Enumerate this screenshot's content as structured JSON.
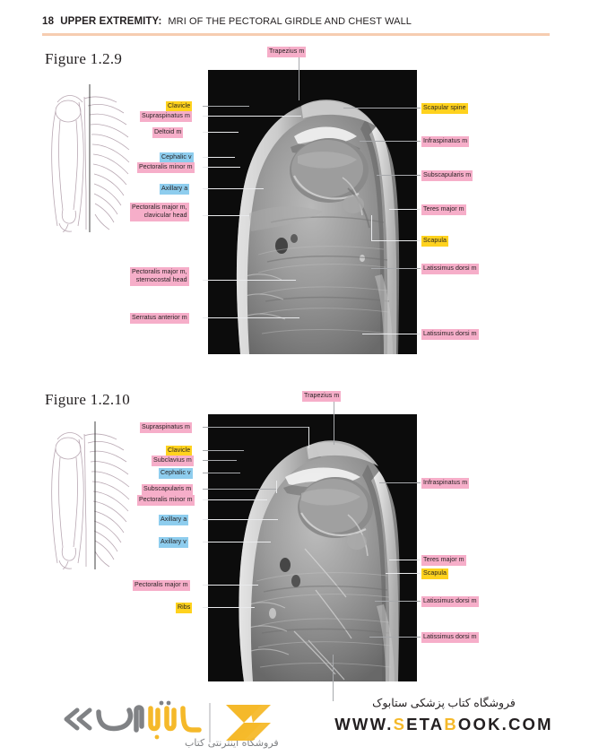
{
  "header": {
    "page_number": "18",
    "section": "UPPER EXTREMITY:",
    "title": "MRI OF THE PECTORAL GIRDLE AND CHEST WALL",
    "rule_color": "#f6cdb0"
  },
  "colors": {
    "muscle_chip": "#f6aec9",
    "bone_chip": "#ffd21e",
    "vessel_chip": "#8ecdee",
    "leader_line": "#a7a9ac",
    "panel_background": "#0b0b0b",
    "logo_gold": "#f5b92a",
    "logo_gray": "#808285"
  },
  "figures": [
    {
      "title": "Figure 1.2.9",
      "labels_left": [
        {
          "text": "Clavicle",
          "type": "bone"
        },
        {
          "text": "Supraspinatus m",
          "type": "muscle"
        },
        {
          "text": "Deltoid m",
          "type": "muscle"
        },
        {
          "text": "Cephalic v",
          "type": "vessel"
        },
        {
          "text": "Pectoralis minor m",
          "type": "muscle"
        },
        {
          "text": "Axillary a",
          "type": "vessel"
        },
        {
          "text": "Pectoralis major m,",
          "text2": "clavicular head",
          "type": "muscle"
        },
        {
          "text": "Pectoralis major m,",
          "text2": "sternocostal head",
          "type": "muscle"
        },
        {
          "text": "Serratus anterior m",
          "type": "muscle"
        }
      ],
      "labels_top": [
        {
          "text": "Trapezius m",
          "type": "muscle"
        }
      ],
      "labels_right": [
        {
          "text": "Scapular spine",
          "type": "bone"
        },
        {
          "text": "Infraspinatus m",
          "type": "muscle"
        },
        {
          "text": "Subscapularis m",
          "type": "muscle"
        },
        {
          "text": "Teres major m",
          "type": "muscle"
        },
        {
          "text": "Scapula",
          "type": "bone"
        },
        {
          "text": "Latissimus dorsi m",
          "type": "muscle"
        },
        {
          "text": "Latissimus dorsi m",
          "type": "muscle"
        }
      ]
    },
    {
      "title": "Figure 1.2.10",
      "labels_left": [
        {
          "text": "Supraspinatus m",
          "type": "muscle"
        },
        {
          "text": "Clavicle",
          "type": "bone"
        },
        {
          "text": "Subclavius m",
          "type": "muscle"
        },
        {
          "text": "Cephalic v",
          "type": "vessel"
        },
        {
          "text": "Subscapularis m",
          "type": "muscle"
        },
        {
          "text": "Pectoralis minor m",
          "type": "muscle"
        },
        {
          "text": "Axillary a",
          "type": "vessel"
        },
        {
          "text": "Axillary v",
          "type": "vessel"
        },
        {
          "text": "Pectoralis major m",
          "type": "muscle"
        },
        {
          "text": "Ribs",
          "type": "bone"
        }
      ],
      "labels_top": [
        {
          "text": "Trapezius m",
          "type": "muscle"
        }
      ],
      "labels_right": [
        {
          "text": "Infraspinatus m",
          "type": "muscle"
        },
        {
          "text": "Teres major m",
          "type": "muscle"
        },
        {
          "text": "Scapula",
          "type": "bone"
        },
        {
          "text": "Latissimus dorsi m",
          "type": "muscle"
        },
        {
          "text": "Latissimus dorsi m",
          "type": "muscle"
        }
      ]
    }
  ],
  "footer": {
    "logo_text": "ستابوک",
    "logo_subtitle": "فروشگاه اینترنتی کتاب",
    "tagline": "فروشگاه کتاب پزشکی ستابوک",
    "url_prefix": "WWW.",
    "url_s": "S",
    "url_eta": "ETA",
    "url_b": "B",
    "url_suffix": "OOK.COM"
  }
}
